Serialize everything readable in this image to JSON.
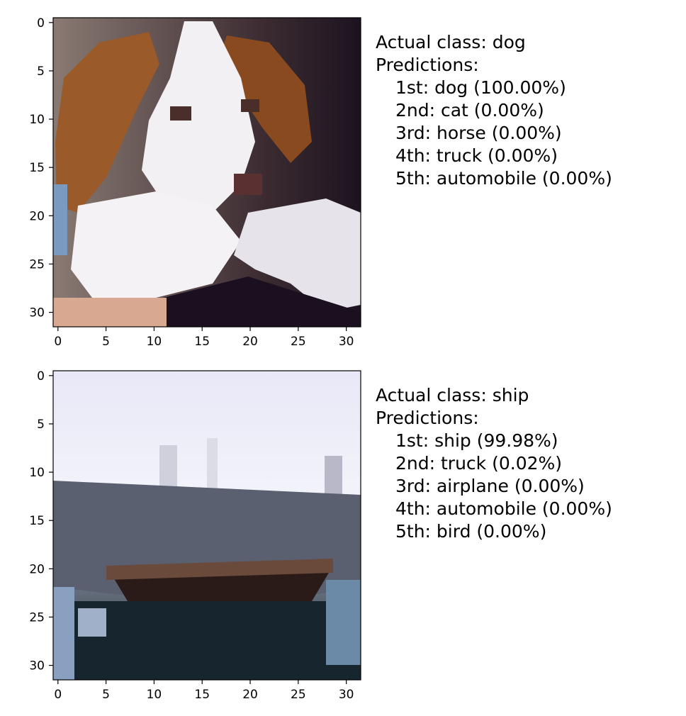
{
  "chart_data": [
    {
      "type": "heatmap",
      "image_content": "pixelated 32x32 photo of a brown and white dog",
      "xlim": [
        -0.5,
        31.5
      ],
      "ylim": [
        31.5,
        -0.5
      ],
      "xticks": [
        0,
        5,
        10,
        15,
        20,
        25,
        30
      ],
      "yticks": [
        0,
        5,
        10,
        15,
        20,
        25,
        30
      ],
      "actual_label": "Actual class: dog",
      "predictions_label": "Predictions:",
      "predictions": [
        {
          "text": "1st: dog (100.00%)",
          "class": "dog",
          "probability": 100.0
        },
        {
          "text": "2nd: cat (0.00%)",
          "class": "cat",
          "probability": 0.0
        },
        {
          "text": "3rd: horse (0.00%)",
          "class": "horse",
          "probability": 0.0
        },
        {
          "text": "4th: truck (0.00%)",
          "class": "truck",
          "probability": 0.0
        },
        {
          "text": "5th: automobile (0.00%)",
          "class": "automobile",
          "probability": 0.0
        }
      ]
    },
    {
      "type": "heatmap",
      "image_content": "pixelated 32x32 photo of a ship under a pale sky",
      "xlim": [
        -0.5,
        31.5
      ],
      "ylim": [
        31.5,
        -0.5
      ],
      "xticks": [
        0,
        5,
        10,
        15,
        20,
        25,
        30
      ],
      "yticks": [
        0,
        5,
        10,
        15,
        20,
        25,
        30
      ],
      "actual_label": "Actual class: ship",
      "predictions_label": "Predictions:",
      "predictions": [
        {
          "text": "1st: ship (99.98%)",
          "class": "ship",
          "probability": 99.98
        },
        {
          "text": "2nd: truck (0.02%)",
          "class": "truck",
          "probability": 0.02
        },
        {
          "text": "3rd: airplane (0.00%)",
          "class": "airplane",
          "probability": 0.0
        },
        {
          "text": "4th: automobile (0.00%)",
          "class": "automobile",
          "probability": 0.0
        },
        {
          "text": "5th: bird (0.00%)",
          "class": "bird",
          "probability": 0.0
        }
      ]
    }
  ],
  "colors": {
    "axis": "#000000",
    "background": "#ffffff"
  }
}
